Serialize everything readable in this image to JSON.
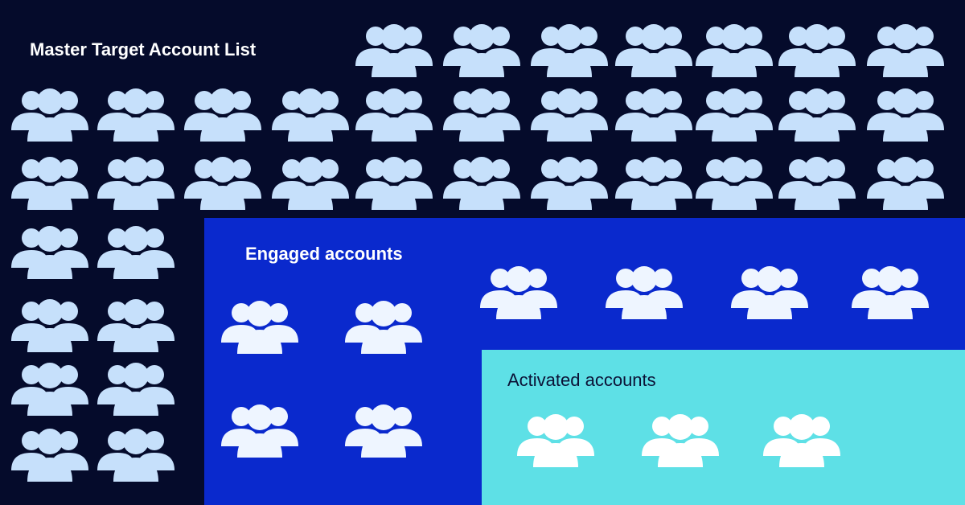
{
  "master": {
    "title": "Master Target Account List",
    "background": "#050b2b",
    "title_color": "#ffffff",
    "icon_color": "#c6e0fb",
    "icon_name": "group-of-people-icon"
  },
  "engaged": {
    "title": "Engaged accounts",
    "background": "#0a29cd",
    "title_color": "#ffffff",
    "icon_color": "#eef5ff",
    "icon_name": "group-of-people-icon"
  },
  "activated": {
    "title": "Activated accounts",
    "background": "#5ee0e6",
    "title_color": "#0b1236",
    "icon_color": "#ffffff",
    "icon_name": "group-of-people-icon"
  }
}
